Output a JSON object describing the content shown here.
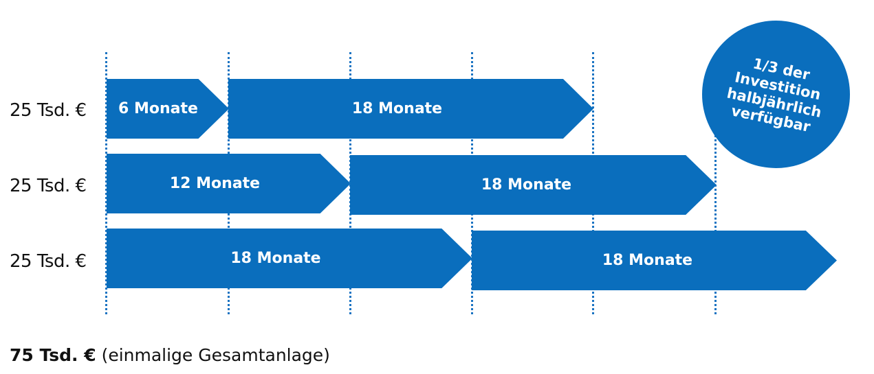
{
  "rows": [
    {
      "label": "25 Tsd. €",
      "segments": [
        "6 Monate",
        "18 Monate"
      ]
    },
    {
      "label": "25 Tsd. €",
      "segments": [
        "12 Monate",
        "18 Monate"
      ]
    },
    {
      "label": "25 Tsd. €",
      "segments": [
        "18 Monate",
        "18 Monate"
      ]
    }
  ],
  "badge": {
    "lines": [
      "1/3 der",
      "Investition",
      "halbjährlich",
      "verfügbar"
    ]
  },
  "total": {
    "amount": "75 Tsd. €",
    "note": "(einmalige Gesamtanlage)"
  },
  "colors": {
    "arrow": "#0a6ebd",
    "dotted_line": "#1a73c2",
    "text": "#111111"
  }
}
